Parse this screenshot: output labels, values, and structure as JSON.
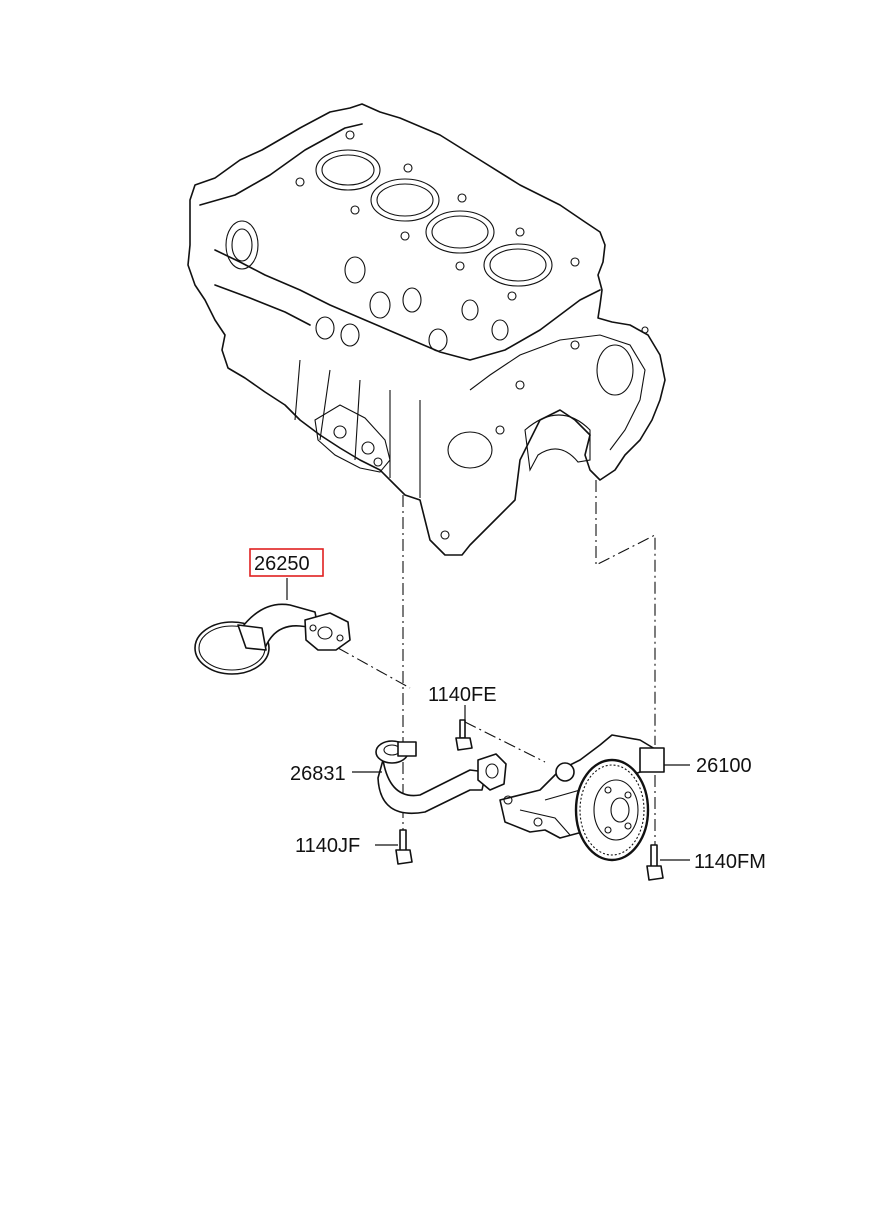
{
  "parts": {
    "oil_strainer": {
      "number": "26250",
      "highlighted": true,
      "highlight_color": "#e02020"
    },
    "bolt_fe": {
      "number": "1140FE"
    },
    "oil_pump": {
      "number": "26100"
    },
    "pipe": {
      "number": "26831"
    },
    "bolt_jf": {
      "number": "1140JF"
    },
    "bolt_fm": {
      "number": "1140FM"
    }
  }
}
